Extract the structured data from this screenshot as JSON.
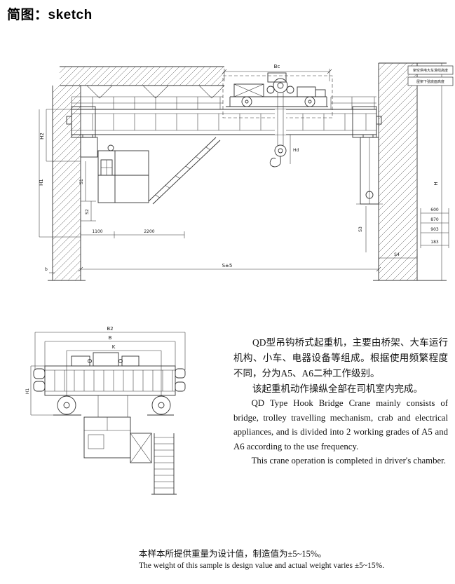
{
  "page": {
    "title": "简图：sketch"
  },
  "description": {
    "cn_para1": "QD型吊钩桥式起重机，主要由桥架、大车运行机构、小车、电器设备等组成。根据使用频繁程度不同，分为A5、A6二种工作级别。",
    "cn_para2": "该起重机动作操纵全部在司机室内完成。",
    "en_para1": "QD Type Hook Bridge Crane mainly consists of bridge, trolley travelling mechanism, crab and electrical appliances, and is divided into 2 working grades of A5 and A6 according to the use frequency.",
    "en_para2": "This crane operation is completed in driver's chamber."
  },
  "footnote": {
    "cn": "本样本所提供重量为设计值，制造值为±5~15%。",
    "en": "The weight of this sample is design value and actual weight varies ±5~15%."
  },
  "main_drawing": {
    "labels": {
      "bc": "Bc",
      "h2": "H2",
      "h1": "H1",
      "s1": "S1",
      "s2": "S2",
      "d1100": "1100",
      "d2200": "2200",
      "span": "S±5",
      "d600": "600",
      "d870": "870",
      "d903": "903",
      "d183": "183",
      "s3": "S3",
      "s4": "S4",
      "cap_h": "H",
      "hd": "Hd",
      "small_b": "b",
      "note1": "架空供电大车滑线高度",
      "note2": "屋架下弦底面高度"
    }
  },
  "side_drawing": {
    "labels": {
      "b2": "B2",
      "b": "B",
      "k": "K",
      "h1": "H1"
    }
  }
}
